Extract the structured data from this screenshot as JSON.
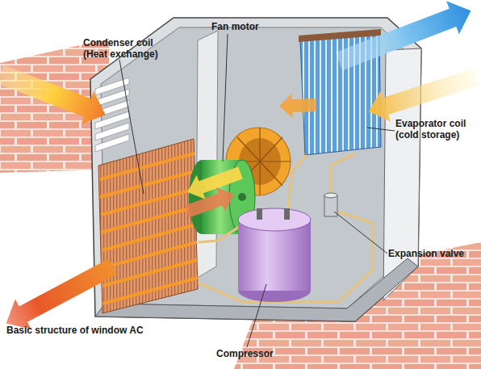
{
  "diagram": {
    "caption": "Basic structure of window AC",
    "labels": [
      "Condenser coil (Heat exchange)",
      "Fan motor",
      "Evaporator coil (cold storage)",
      "Expansion valve",
      "Compressor"
    ]
  }
}
